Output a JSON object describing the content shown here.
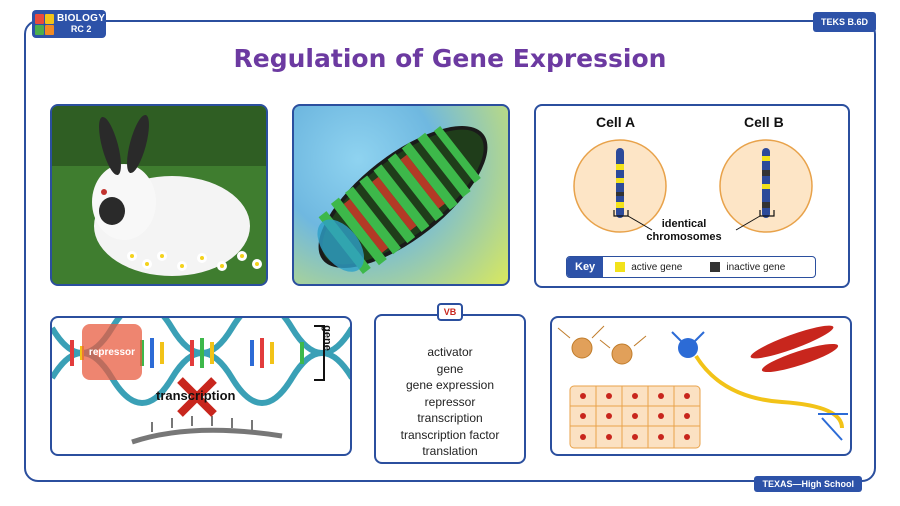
{
  "header": {
    "badge_line1": "BIOLOGY",
    "badge_line2": "RC 2",
    "teks": "TEKS B.6D",
    "title": "Regulation of Gene Expression"
  },
  "cells_panel": {
    "cell_a": "Cell A",
    "cell_b": "Cell B",
    "identical": "identical chromosomes",
    "key_label": "Key",
    "active": "active gene",
    "inactive": "inactive gene",
    "active_color": "#f2e21a",
    "inactive_color": "#333333",
    "cell_fill": "#fde5c6",
    "cell_stroke": "#e8a24a"
  },
  "gene_panel": {
    "repressor": "repressor",
    "gene": "gene",
    "transcription": "transcription"
  },
  "vocab": {
    "icon_text": "VB",
    "words": [
      "activator",
      "gene",
      "gene expression",
      "repressor",
      "transcription",
      "transcription factor",
      "translation"
    ]
  },
  "footer": {
    "badge": "TEXAS—High School"
  },
  "colors": {
    "frame": "#2b4f9e",
    "title": "#6c3aa1",
    "badge": "#2d52a8"
  }
}
